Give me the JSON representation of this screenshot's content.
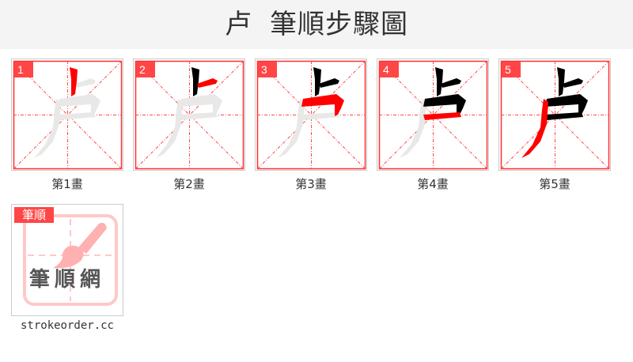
{
  "header": {
    "character": "卢",
    "title": "筆順步驟圖"
  },
  "steps": [
    {
      "number": "1",
      "caption": "第1畫"
    },
    {
      "number": "2",
      "caption": "第2畫"
    },
    {
      "number": "3",
      "caption": "第3畫"
    },
    {
      "number": "4",
      "caption": "第4畫"
    },
    {
      "number": "5",
      "caption": "第5畫"
    }
  ],
  "logo": {
    "badge": "筆順",
    "text": "筆順網",
    "site": "strokeorder.cc"
  },
  "colors": {
    "active_stroke": "#ff0000",
    "done_stroke": "#000000",
    "pending_stroke": "#e8e8e8",
    "grid": "#ff4646",
    "badge": "#ff4646"
  }
}
